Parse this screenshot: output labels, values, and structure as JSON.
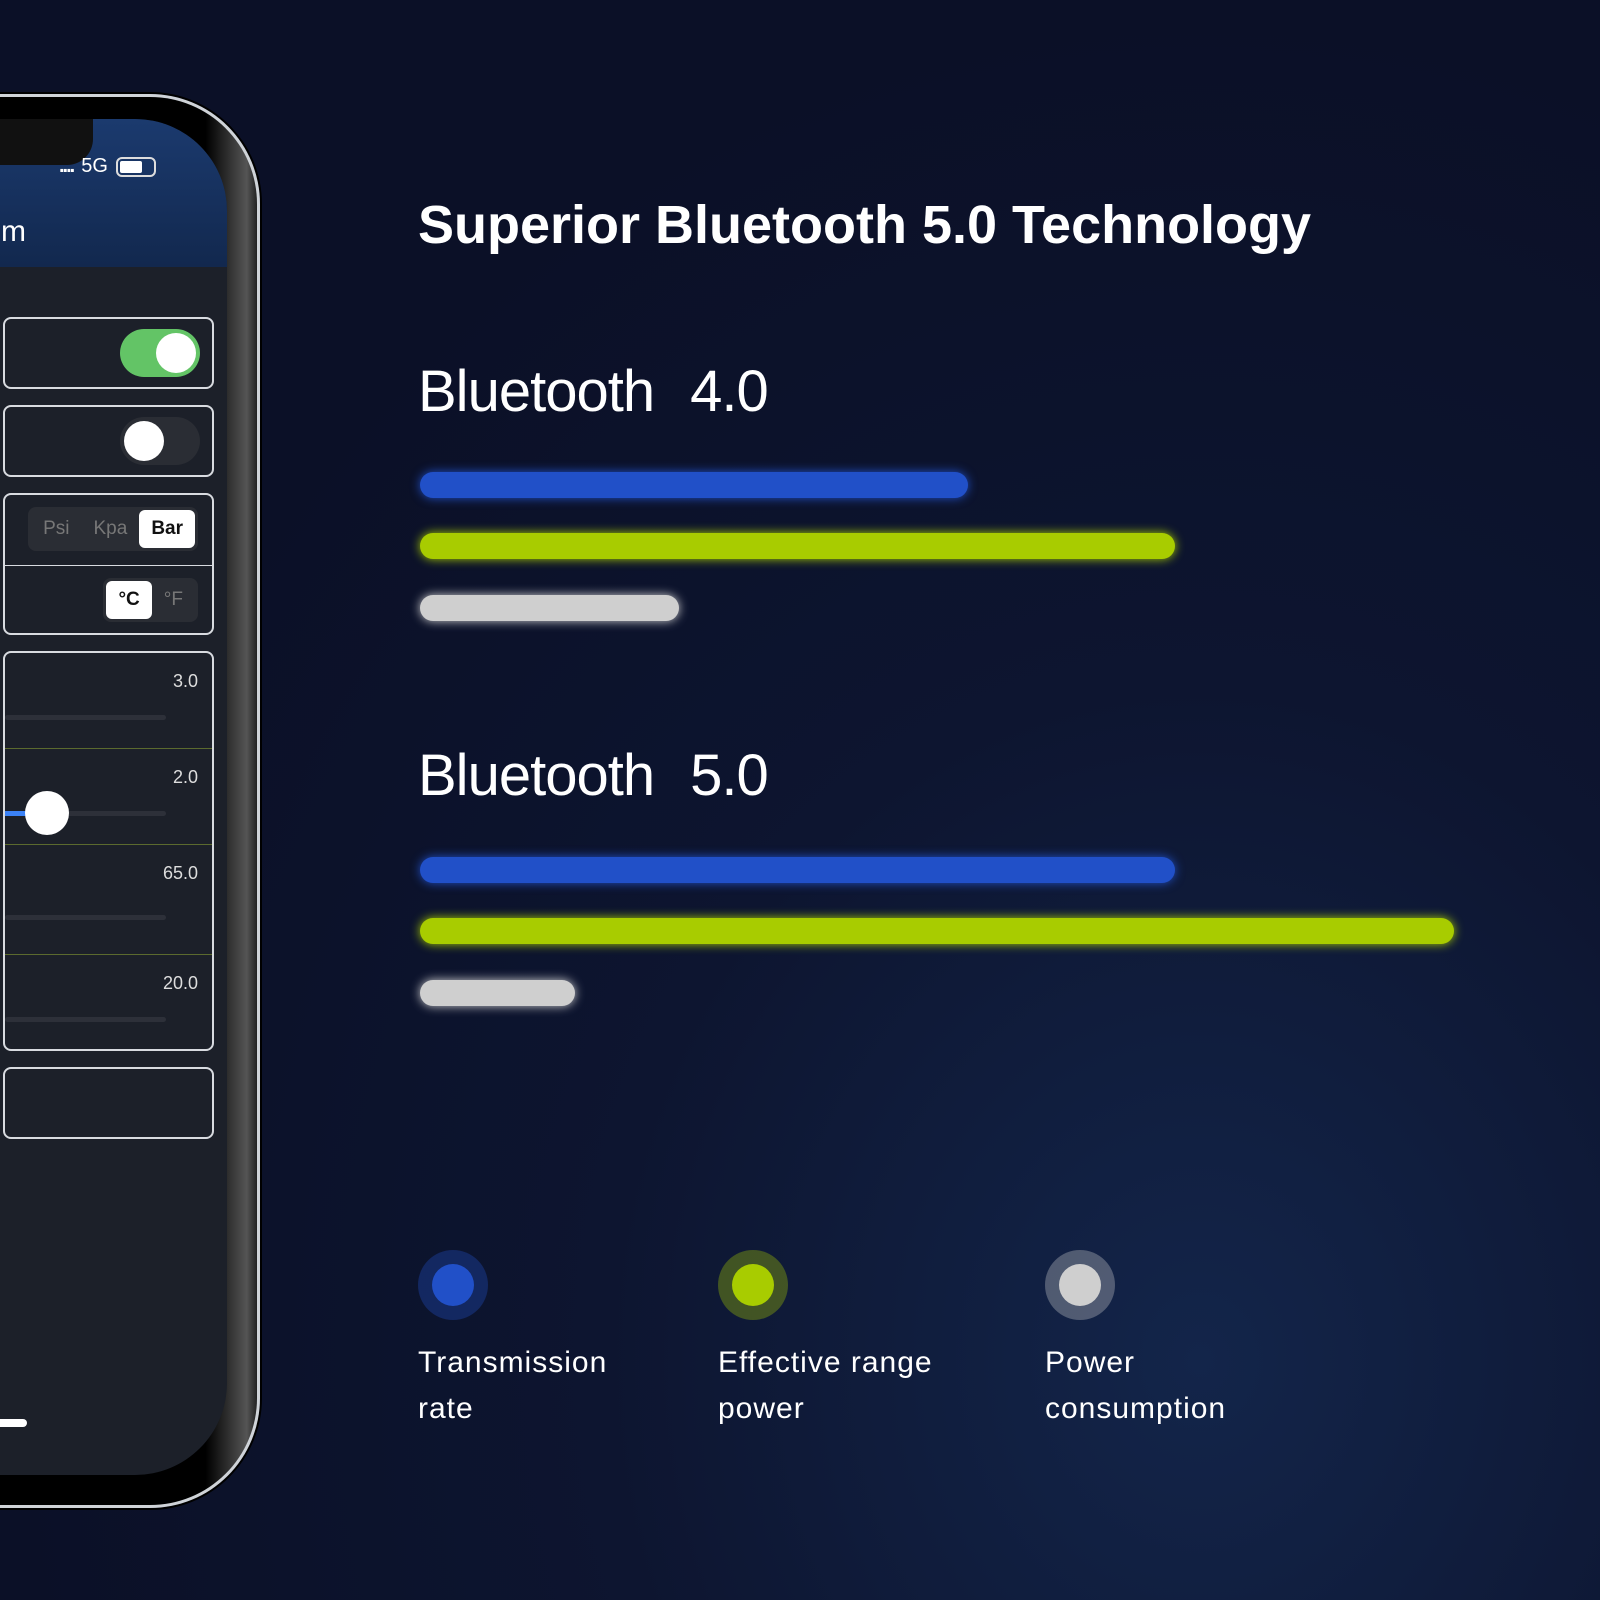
{
  "phone": {
    "status": {
      "signal": "....",
      "network": "5G"
    },
    "title_fragment": "m",
    "pressure_units": [
      "Psi",
      "Kpa",
      "Bar"
    ],
    "pressure_selected": "Bar",
    "temp_units": [
      "°C",
      "°F"
    ],
    "temp_selected": "°C",
    "toggles": [
      true,
      false
    ],
    "sliders": [
      {
        "value": "3.0"
      },
      {
        "value": "2.0"
      },
      {
        "value": "65.0"
      },
      {
        "value": "20.0"
      }
    ]
  },
  "title": "Superior Bluetooth 5.0 Technology",
  "chart_data": {
    "type": "bar",
    "orientation": "horizontal",
    "groups": [
      {
        "name": "Bluetooth",
        "version": "4.0",
        "values": [
          53,
          73,
          25
        ]
      },
      {
        "name": "Bluetooth",
        "version": "5.0",
        "values": [
          73,
          100,
          15
        ]
      }
    ],
    "series": [
      {
        "name": "Transmission rate",
        "color": "#2150c8"
      },
      {
        "name": "Effective range power",
        "color": "#a8cc00"
      },
      {
        "name": "Power consumption",
        "color": "#cfcfcf"
      }
    ],
    "xlim": [
      0,
      100
    ]
  },
  "legend": [
    {
      "line1": "Transmission",
      "line2": "rate"
    },
    {
      "line1": "Effective range",
      "line2": "power"
    },
    {
      "line1": "Power",
      "line2": "consumption"
    }
  ]
}
